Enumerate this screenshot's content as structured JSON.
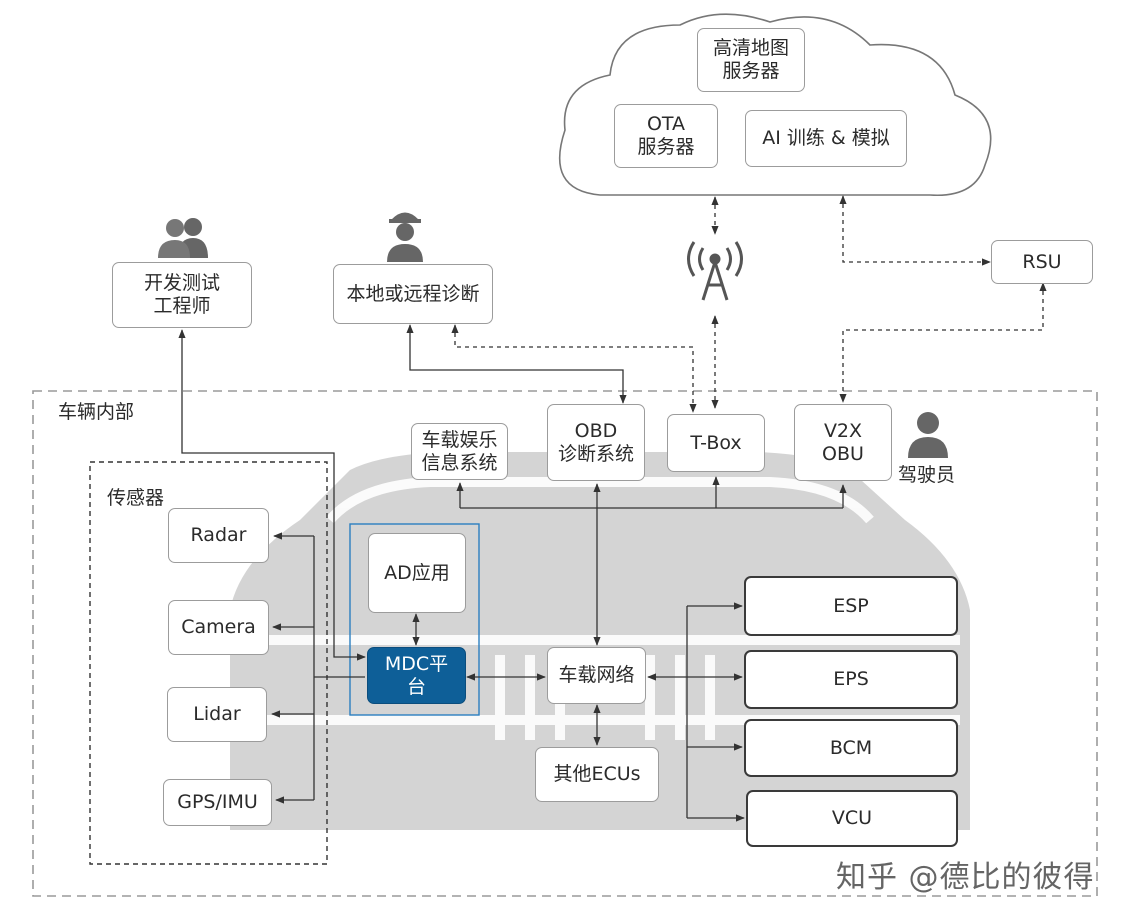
{
  "cloud": {
    "hd_map": "高清地图\n服务器",
    "ota": "OTA\n服务器",
    "ai": "AI 训练 & 模拟"
  },
  "outside": {
    "test_engineer": "开发测试\n工程师",
    "diagnosis": "本地或远程诊断",
    "rsu": "RSU"
  },
  "vehicle": {
    "area_label": "车辆内部",
    "infotainment": "车载娱乐\n信息系统",
    "obd": "OBD\n诊断系统",
    "tbox": "T-Box",
    "v2x": "V2X\nOBU",
    "driver_label": "驾驶员",
    "sensors_label": "传感器",
    "ad_app": "AD应用",
    "mdc": "MDC平\n台",
    "vehicle_network": "车载网络",
    "other_ecus": "其他ECUs",
    "sensors": [
      "Radar",
      "Camera",
      "Lidar",
      "GPS/IMU"
    ],
    "actuators": [
      "ESP",
      "EPS",
      "BCM",
      "VCU"
    ]
  },
  "watermark": "知乎 @德比的彼得",
  "colors": {
    "mdc_fill": "#0e5f98",
    "car_silhouette": "#c9c9c9",
    "icon_gray": "#666666",
    "line": "#333333"
  },
  "icons": [
    "engineers-icon",
    "mechanic-icon",
    "antenna-icon",
    "driver-icon",
    "car-silhouette"
  ]
}
